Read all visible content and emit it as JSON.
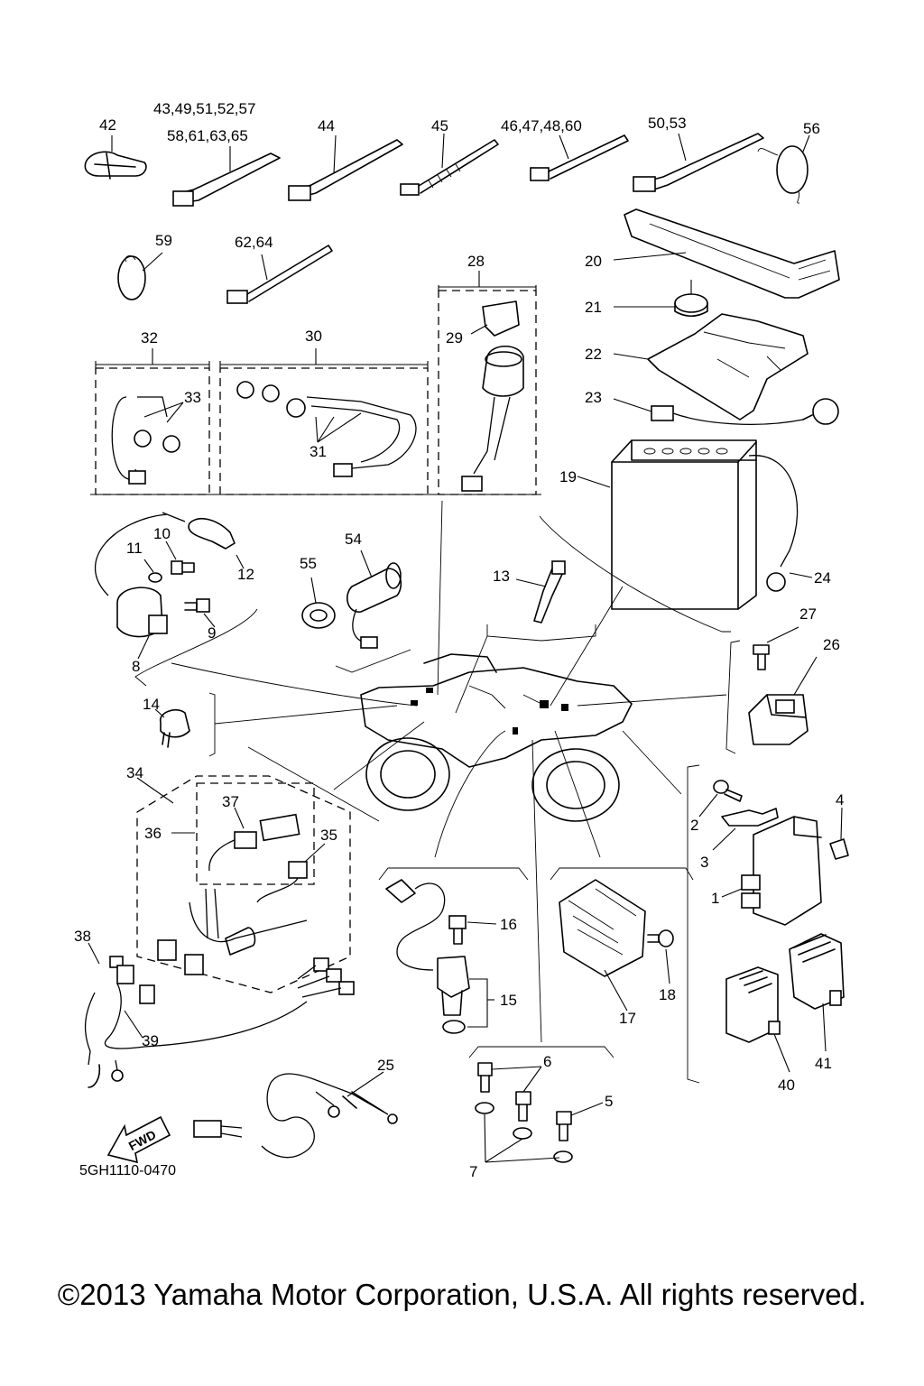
{
  "callouts": [
    "42",
    "43,49,51,52,57",
    "58,61,63,65",
    "44",
    "45",
    "46,47,48,60",
    "50,53",
    "56",
    "59",
    "62,64",
    "28",
    "29",
    "20",
    "21",
    "22",
    "23",
    "32",
    "33",
    "30",
    "31",
    "19",
    "10",
    "11",
    "12",
    "9",
    "8",
    "54",
    "55",
    "13",
    "24",
    "27",
    "26",
    "14",
    "34",
    "37",
    "36",
    "35",
    "38",
    "39",
    "16",
    "15",
    "17",
    "18",
    "2",
    "3",
    "4",
    "1",
    "40",
    "41",
    "25",
    "6",
    "5",
    "7"
  ],
  "fwd_label": "FWD",
  "drawing_code": "5GH1110-0470",
  "copyright": "©2013 Yamaha Motor Corporation, U.S.A. All rights reserved."
}
